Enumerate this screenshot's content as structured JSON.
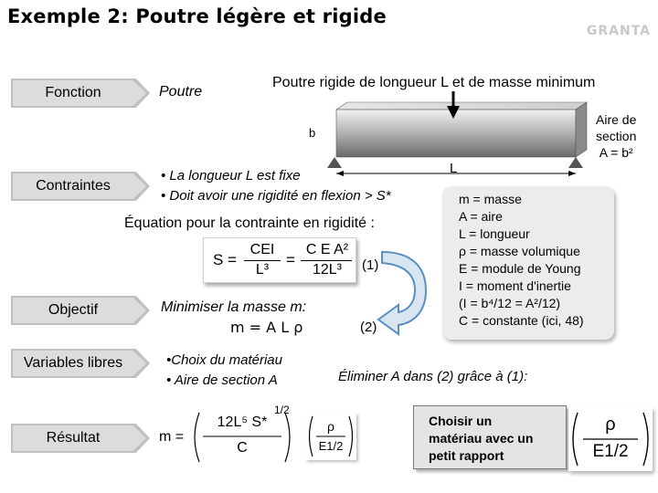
{
  "header": {
    "title": "Exemple 2: Poutre légère et rigide",
    "logo": "GRANTA"
  },
  "labels": {
    "fonction": "Fonction",
    "contraintes": "Contraintes",
    "objectif": "Objectif",
    "variables": "Variables libres",
    "resultat": "Résultat"
  },
  "fonction": {
    "short": "Poutre",
    "description": "Poutre rigide de longueur L et de masse minimum"
  },
  "beam": {
    "b_label": "b",
    "L_label": "L",
    "area_lines": [
      "Aire de",
      "section",
      "A = b²"
    ]
  },
  "contraintes": {
    "items": [
      "• La longueur L est fixe",
      "• Doit avoir une rigidité en flexion > S*"
    ],
    "equation_intro": "Équation pour la contrainte en rigidité :",
    "eq_number_1": "(1)",
    "eq_lhs": "S =",
    "eq_frac1_num": "CEI",
    "eq_frac1_den": "L³",
    "eq_eq2": "=",
    "eq_frac2_num": "C E A²",
    "eq_frac2_den": "12L³"
  },
  "legend": {
    "lines": [
      "m = masse",
      "A = aire",
      "L = longueur",
      "ρ = masse volumique",
      "E = module de Young",
      "I = moment d'inertie",
      "(I  =  b⁴/12  =  A²/12)",
      "C = constante (ici, 48)"
    ]
  },
  "objectif": {
    "text": "Minimiser la masse m:",
    "equation": "m  =  A L ρ",
    "eq_number_2": "(2)"
  },
  "variables": {
    "items": [
      "•Choix du matériau",
      "• Aire de section A"
    ],
    "eliminate": "Éliminer A  dans (2) grâce à (1):"
  },
  "resultat": {
    "m_eq": "m =",
    "num": "12L⁵ S*",
    "den": "C",
    "exp": "1/2",
    "rho": "ρ",
    "E_half": "E1/2",
    "choose_lines": [
      "Choisir un",
      "matériau avec un",
      "petit rapport"
    ]
  },
  "colors": {
    "tag_fill": "#dcdcdc",
    "legend_bg": "#ececec",
    "arrow_fill": "#d8e6f2",
    "arrow_stroke": "#5b8fc4"
  }
}
